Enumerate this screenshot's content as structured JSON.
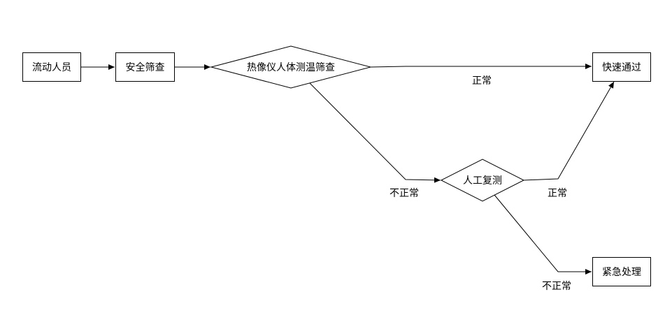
{
  "nodes": {
    "migrants": "流动人员",
    "security_check": "安全筛查",
    "thermal_screening": "热像仪人体测温筛查",
    "fast_pass": "快速通过",
    "manual_retest": "人工复测",
    "emergency": "紧急处理"
  },
  "edges": {
    "screening_normal": "正常",
    "screening_abnormal": "不正常",
    "retest_normal": "正常",
    "retest_abnormal": "不正常"
  }
}
